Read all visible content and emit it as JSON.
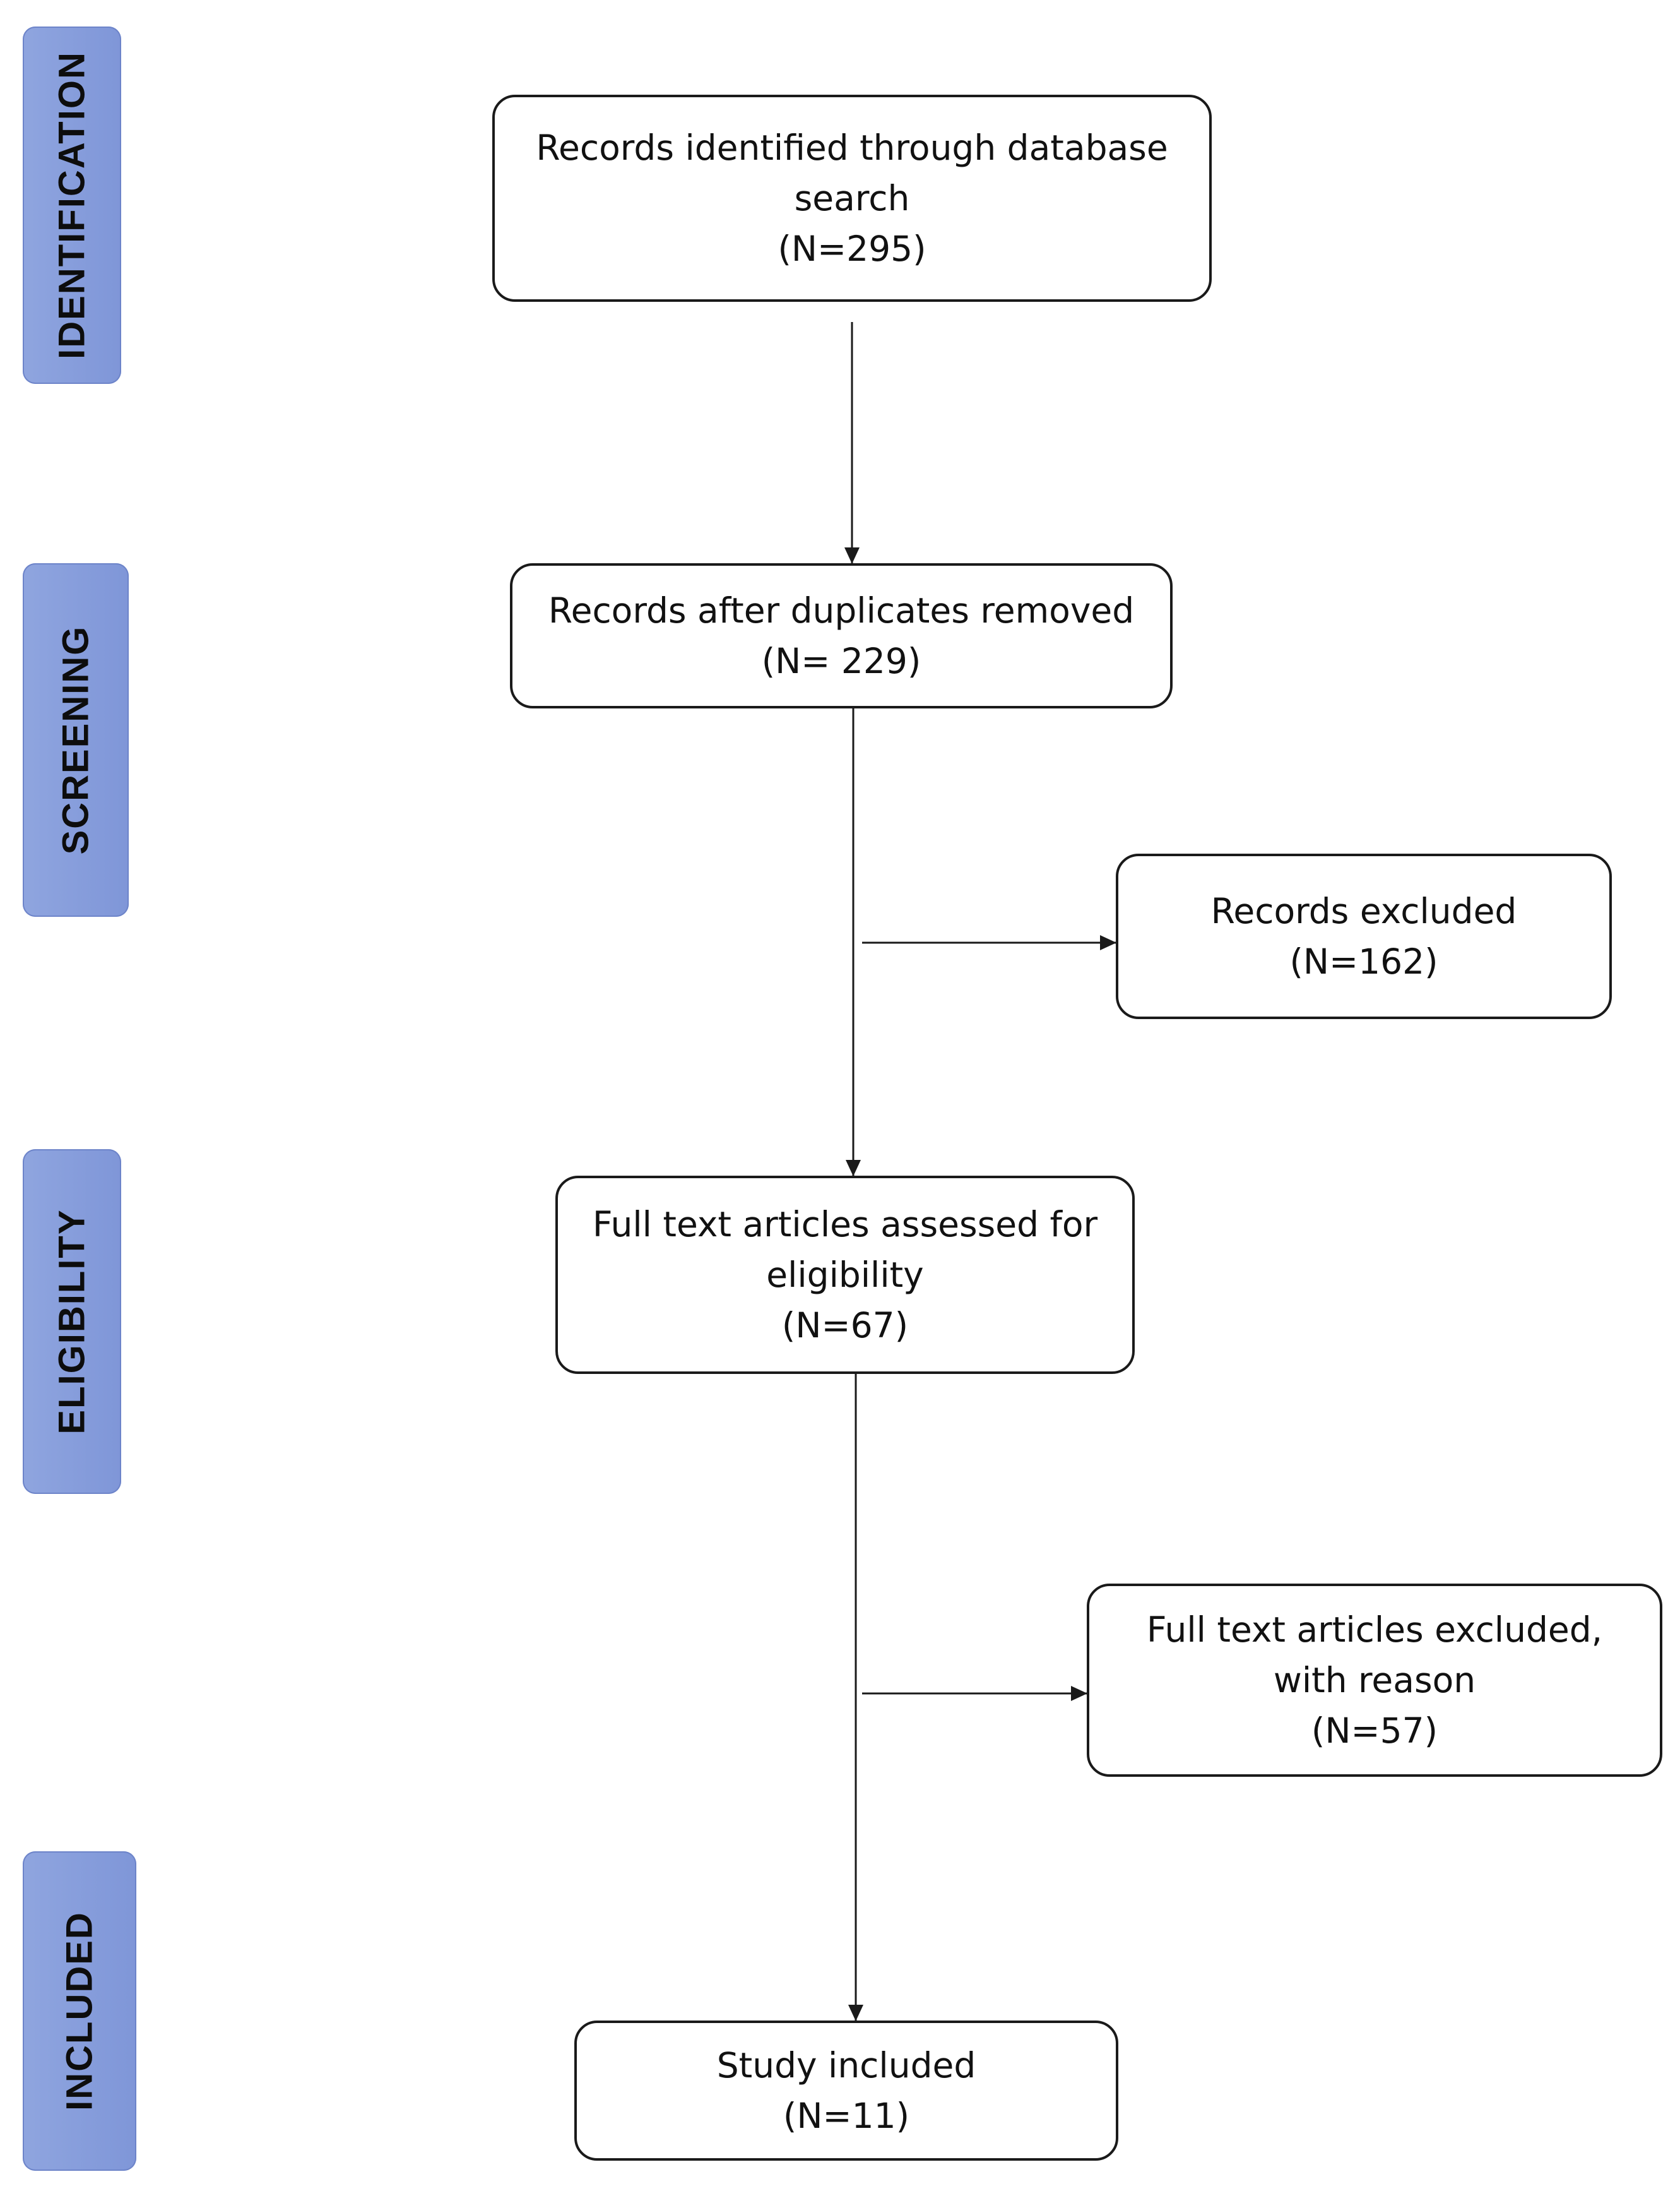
{
  "phases": {
    "identification": "IDENTIFICATION",
    "screening": "SCREENING",
    "eligibility": "ELIGIBILITY",
    "included": "INCLUDED"
  },
  "boxes": {
    "identified": {
      "line1": "Records identified through database",
      "line2": "search",
      "count": "(N=295)"
    },
    "after_duplicates": {
      "line1": "Records after duplicates removed",
      "count": "(N= 229)"
    },
    "records_excluded": {
      "line1": "Records excluded",
      "count": "(N=162)"
    },
    "full_text_assessed": {
      "line1": "Full text articles assessed for",
      "line2": "eligibility",
      "count": "(N=67)"
    },
    "full_text_excluded": {
      "line1": "Full text articles excluded,",
      "line2": "with reason",
      "count": "(N=57)"
    },
    "included": {
      "line1": "Study included",
      "count": "(N=11)"
    }
  },
  "colors": {
    "phase_fill": "#7f96d8",
    "box_border": "#1a1a1a",
    "arrow": "#1a1a1a"
  }
}
